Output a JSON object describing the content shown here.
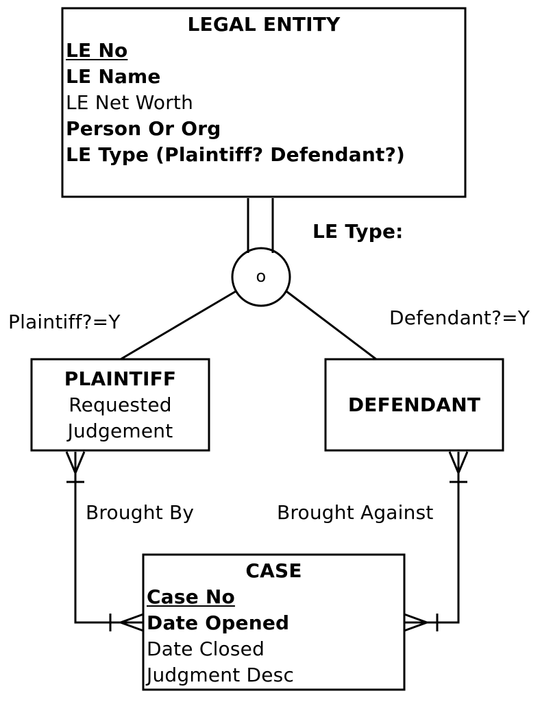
{
  "legal_entity": {
    "title": "LEGAL ENTITY",
    "attributes": [
      "LE No",
      "LE Name",
      "LE Net Worth",
      "Person Or Org",
      "LE Type (Plaintiff? Defendant?)"
    ]
  },
  "specialization": {
    "discriminator_label": "LE Type:",
    "symbol": "o",
    "left_condition": "Plaintiff?=Y",
    "right_condition": "Defendant?=Y"
  },
  "plaintiff": {
    "title": "PLAINTIFF",
    "attributes": [
      "Requested",
      "Judgement"
    ]
  },
  "defendant": {
    "title": "DEFENDANT"
  },
  "relationships": {
    "left": "Brought By",
    "right": "Brought Against"
  },
  "case": {
    "title": "CASE",
    "attributes": [
      "Case No",
      "Date Opened",
      "Date Closed",
      "Judgment Desc"
    ]
  }
}
